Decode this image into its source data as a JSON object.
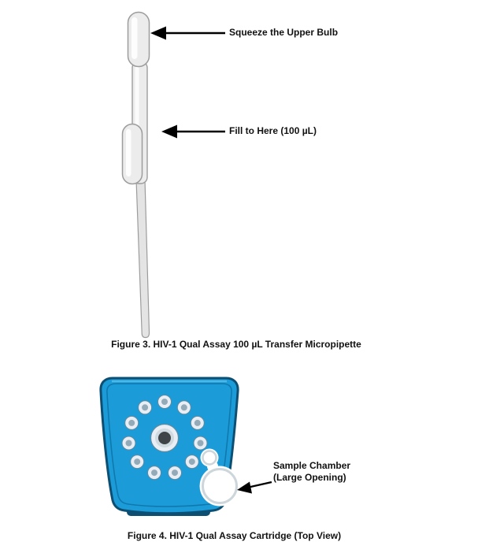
{
  "figure3": {
    "callouts": {
      "squeeze": "Squeeze the Upper Bulb",
      "fill": "Fill to Here (100 µL)"
    },
    "caption": "Figure 3. HIV-1 Qual Assay 100 µL Transfer Micropipette"
  },
  "figure4": {
    "callouts": {
      "sample_chamber_line1": "Sample Chamber",
      "sample_chamber_line2": "(Large Opening)"
    },
    "caption": "Figure 4. HIV-1 Qual Assay Cartridge (Top View)"
  },
  "colors": {
    "cartridge_blue": "#1b9cd8",
    "cartridge_outline": "#0d4f73",
    "pipette_fill": "#ececec",
    "pipette_outline": "#9c9c9c",
    "arrow_black": "#000000",
    "page_background": "#ffffff"
  }
}
